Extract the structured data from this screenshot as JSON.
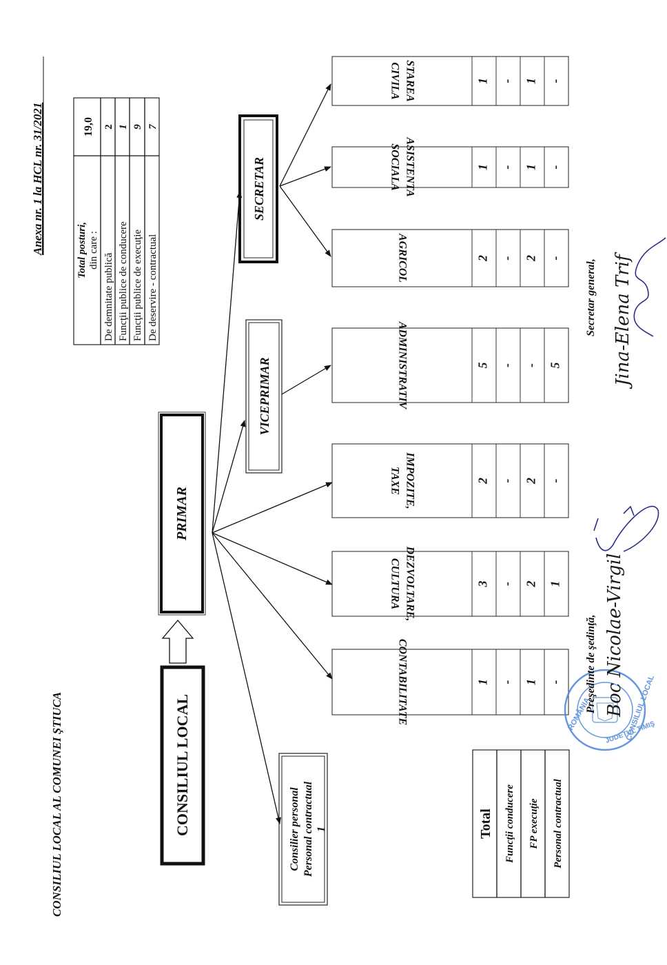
{
  "header": {
    "annex": "Anexa nr.  1  la  HCL nr. 31/2021",
    "council_title": "CONSILIUL  LOCAL  AL  COMUNEI  ŞTIUCA"
  },
  "summary_table": {
    "title": "Total  posturi,",
    "subtitle": "din  care :",
    "total": "19,0",
    "rows": [
      {
        "label": "De  demnitate  publică",
        "value": "2"
      },
      {
        "label": "Funcţii  publice  de  conducere",
        "value": "1"
      },
      {
        "label": "Funcţii  publice  de  execuţie",
        "value": "9"
      },
      {
        "label": "De  deservire  -  contractual",
        "value": "7"
      }
    ]
  },
  "org": {
    "consiliul_local": "CONSILIUL   LOCAL",
    "primar": "PRIMAR",
    "viceprimar": "VICEPRIMAR",
    "secretar": "SECRETAR",
    "consilier": {
      "line1": "Consilier personal",
      "line2": "Personal contractual",
      "line3": "1"
    }
  },
  "legend": {
    "total": "Total",
    "conducere": "Funcţii  conducere",
    "executie": "FP  execuţie",
    "contractual": "Personal contractual"
  },
  "departments": [
    {
      "name_lines": [
        "STAREA",
        "CIVILA"
      ],
      "total": "1",
      "conducere": "-",
      "executie": "1",
      "contractual": "-"
    },
    {
      "name_lines": [
        "ASISTENTA",
        "SOCIALA"
      ],
      "total": "1",
      "conducere": "-",
      "executie": "1",
      "contractual": "-"
    },
    {
      "name_lines": [
        "AGRICOL"
      ],
      "total": "2",
      "conducere": "-",
      "executie": "2",
      "contractual": "-"
    },
    {
      "name_lines": [
        "ADMINISTRATIV"
      ],
      "total": "5",
      "conducere": "-",
      "executie": "-",
      "contractual": "5"
    },
    {
      "name_lines": [
        "IMPOZITE,",
        "TAXE"
      ],
      "total": "2",
      "conducere": "-",
      "executie": "2",
      "contractual": "-"
    },
    {
      "name_lines": [
        "DEZVOLTARE,",
        "CULTURA"
      ],
      "total": "3",
      "conducere": "-",
      "executie": "2",
      "contractual": "1"
    },
    {
      "name_lines": [
        "CONTABILITATE"
      ],
      "total": "1",
      "conducere": "-",
      "executie": "1",
      "contractual": "-"
    }
  ],
  "signatures": {
    "president_label": "Preşedinte de şedinţă,",
    "president_name": "Boc Nicolae-Virgil",
    "secretary_label": "Secretar general,",
    "secretary_name": "Jina-Elena Trif"
  },
  "stamp": {
    "outer_text": "ROMÂNIA * JUDEŢUL TIMIŞ COMUNA ŞTIUCA",
    "inner_text": "CONSILIUL LOCAL",
    "color": "#4a86d8"
  }
}
